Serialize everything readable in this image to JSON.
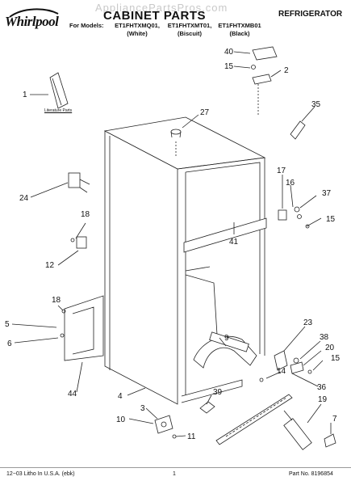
{
  "header": {
    "brand": "Whirlpool",
    "watermark": "AppliancePartsPros.com",
    "title": "CABINET PARTS",
    "category": "REFRIGERATOR",
    "models_prefix": "For Models:",
    "models": [
      {
        "model": "ET1FHTXMQ01,",
        "variant": "(White)"
      },
      {
        "model": "ET1FHTXMT01,",
        "variant": "(Biscuit)"
      },
      {
        "model": "ET1FHTXMB01",
        "variant": "(Black)"
      }
    ]
  },
  "labels": {
    "literature_parts": "Literature Parts"
  },
  "callouts": [
    "1",
    "2",
    "4",
    "5",
    "6",
    "7",
    "9",
    "10",
    "11",
    "12",
    "14",
    "15",
    "15",
    "15",
    "16",
    "17",
    "18",
    "18",
    "19",
    "20",
    "23",
    "24",
    "27",
    "35",
    "36",
    "37",
    "38",
    "39",
    "40",
    "41",
    "44"
  ],
  "footer": {
    "left": "12−03 Litho In U.S.A. (ebk)",
    "page": "1",
    "part_no": "Part No. 8196854"
  }
}
